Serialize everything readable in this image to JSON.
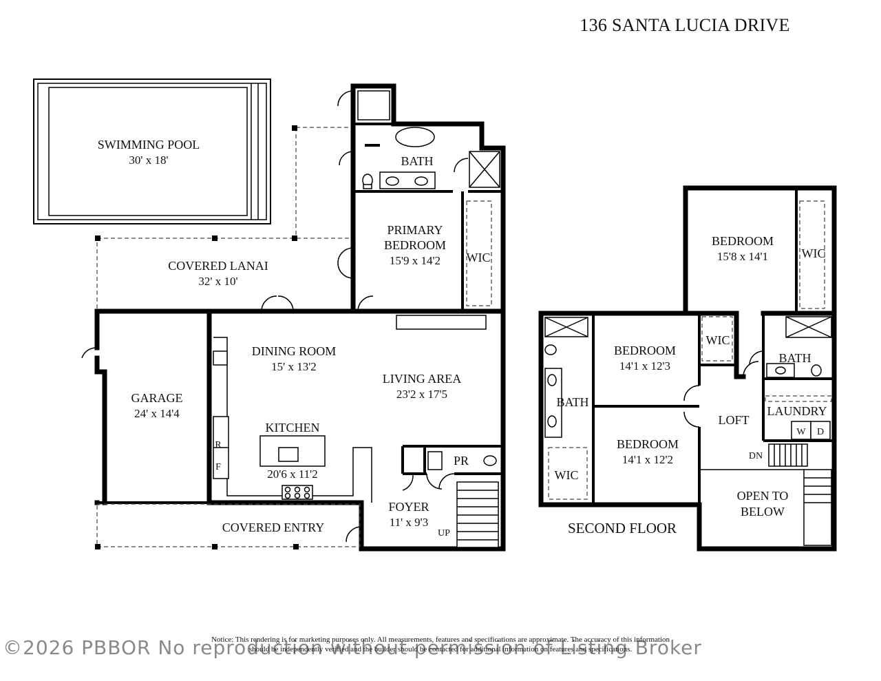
{
  "title": "136 SANTA LUCIA DRIVE",
  "rooms": {
    "pool": {
      "name": "SWIMMING POOL",
      "dim": "30' x 18'"
    },
    "bath_primary": {
      "name": "BATH"
    },
    "primary": {
      "name1": "PRIMARY",
      "name2": "BEDROOM",
      "dim": "15'9 x 14'2"
    },
    "wic1": {
      "name": "WIC"
    },
    "lanai": {
      "name": "COVERED LANAI",
      "dim": "32' x 10'"
    },
    "dining": {
      "name": "DINING ROOM",
      "dim": "15' x 13'2"
    },
    "living": {
      "name": "LIVING AREA",
      "dim": "23'2 x 17'5"
    },
    "garage": {
      "name": "GARAGE",
      "dim": "24' x 14'4"
    },
    "kitchen": {
      "name": "KITCHEN",
      "dim": "20'6 x 11'2"
    },
    "pr": {
      "name": "PR"
    },
    "foyer": {
      "name": "FOYER",
      "dim": "11' x 9'3"
    },
    "up": {
      "name": "UP"
    },
    "entry": {
      "name": "COVERED ENTRY"
    },
    "fridge_r": {
      "name": "R"
    },
    "fridge_f": {
      "name": "F"
    },
    "bed_upper": {
      "name": "BEDROOM",
      "dim": "15'8 x 14'1"
    },
    "wic_upper": {
      "name": "WIC"
    },
    "bed2": {
      "name": "BEDROOM",
      "dim": "14'1 x 12'3"
    },
    "wic2": {
      "name": "WIC"
    },
    "bath2": {
      "name": "BATH"
    },
    "bath3": {
      "name": "BATH"
    },
    "loft": {
      "name": "LOFT"
    },
    "laundry": {
      "name": "LAUNDRY"
    },
    "washer": {
      "name": "W"
    },
    "dryer": {
      "name": "D"
    },
    "dn": {
      "name": "DN"
    },
    "bed3": {
      "name": "BEDROOM",
      "dim": "14'1 x 12'2"
    },
    "wic3": {
      "name": "WIC"
    },
    "open": {
      "name1": "OPEN TO",
      "name2": "BELOW"
    },
    "second_floor": {
      "name": "SECOND FLOOR"
    }
  },
  "notice_line1": "Notice: This rendering is for marketing purposes only. All measurements, features and specifications are approximate. The accuracy of this information",
  "notice_line2": "should be independently verified and the builder should be contacted for additional information on features and specifications.",
  "watermark": "©2026 PBBOR No reproduction without permission of Listing Broker"
}
